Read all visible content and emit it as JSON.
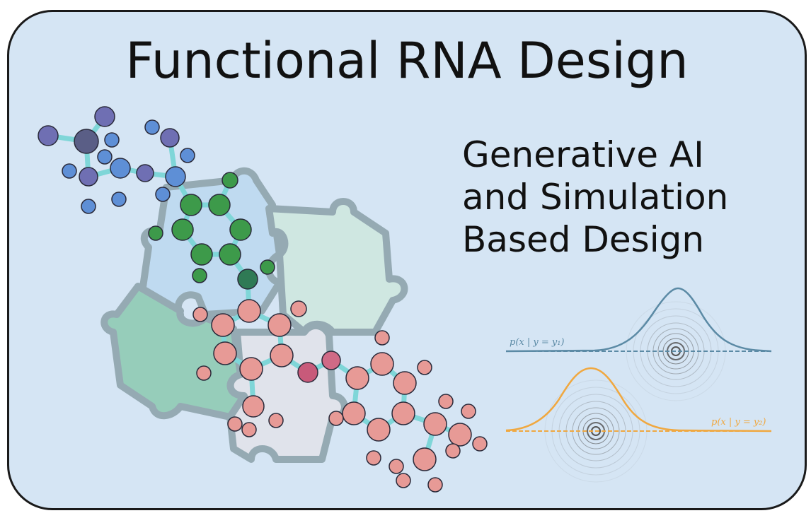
{
  "title": "Functional RNA Design",
  "subtitle": {
    "line1": "Generative AI",
    "line2": "and Simulation",
    "line3": "Based Design"
  },
  "distributions": {
    "top_label": "p(x | y = y₁)",
    "bottom_label": "p(x | y = y₂)"
  },
  "colors": {
    "background": "#d5e5f4",
    "border": "#1a1a1a",
    "puzzle_blue": "#bcd9f0",
    "puzzle_green_light": "#cfe8de",
    "puzzle_green": "#8cc9b0",
    "puzzle_gray": "#e3e3ea",
    "atom_purple": "#6f6fb3",
    "atom_blue": "#5e8fd6",
    "atom_green": "#3d9a4a",
    "atom_salmon": "#e79a96",
    "atom_magenta": "#c85a7a",
    "bond": "#7fd6d8",
    "curve_blue": "#5b8aa5",
    "curve_orange": "#f0a840"
  }
}
